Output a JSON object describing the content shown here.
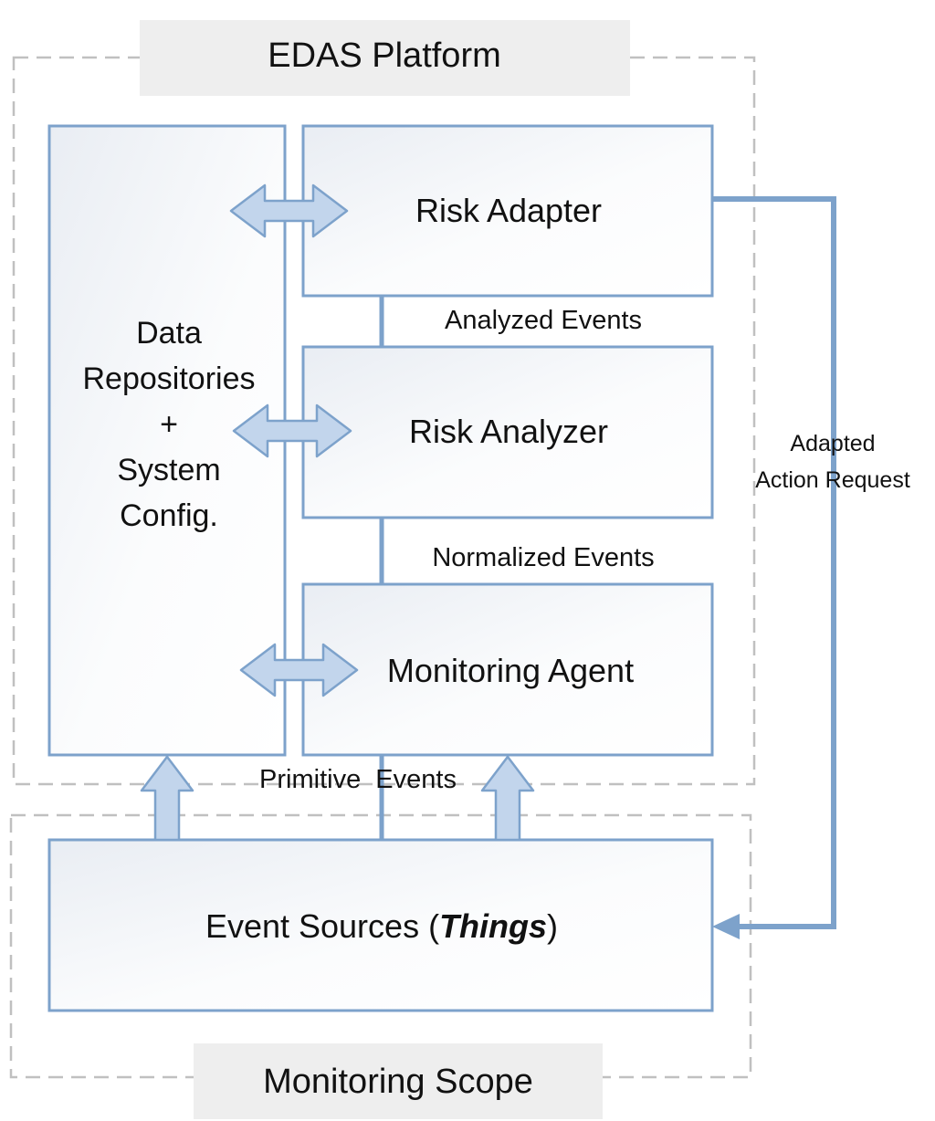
{
  "platform": {
    "title": "EDAS Platform"
  },
  "scope": {
    "title": "Monitoring Scope"
  },
  "repositories": {
    "lines": [
      "Data",
      "Repositories",
      "+",
      "System",
      "Config."
    ]
  },
  "components": {
    "adapter": "Risk Adapter",
    "analyzer": "Risk Analyzer",
    "agent": "Monitoring Agent"
  },
  "sources": {
    "prefix": "Event Sources (",
    "emphasis": "Things",
    "suffix": ")"
  },
  "flows": {
    "analyzed": "Analyzed Events",
    "normalized": "Normalized Events",
    "primitive": "Primitive  Events",
    "action_line1": "Adapted",
    "action_line2": "Action Request"
  },
  "colors": {
    "box_border": "#7da2cb",
    "arrow_fill": "#c2d5ec",
    "dashed_border": "#c0c0c0",
    "label_bg": "#eeeeee"
  }
}
